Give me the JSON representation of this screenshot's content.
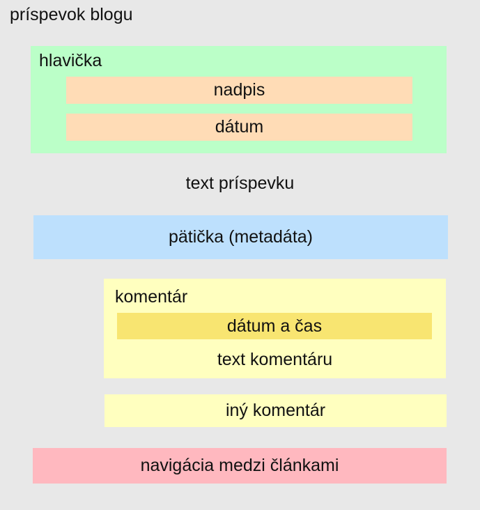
{
  "diagram": {
    "title": "príspevok blogu",
    "header": {
      "label": "hlavička",
      "headline": "nadpis",
      "date": "dátum"
    },
    "post_text": "text príspevku",
    "footer": "pätička (metadáta)",
    "comment": {
      "label": "komentár",
      "datetime": "dátum a čas",
      "text": "text komentáru"
    },
    "other_comment": "iný komentár",
    "navigation": "navigácia medzi článkami"
  },
  "colors": {
    "background": "#e8e8e8",
    "header": "#bbffc8",
    "header_items": "#ffdcb6",
    "footer": "#bde0fd",
    "comment": "#ffffbf",
    "comment_datetime": "#f8e571",
    "navigation": "#ffb8bf"
  }
}
